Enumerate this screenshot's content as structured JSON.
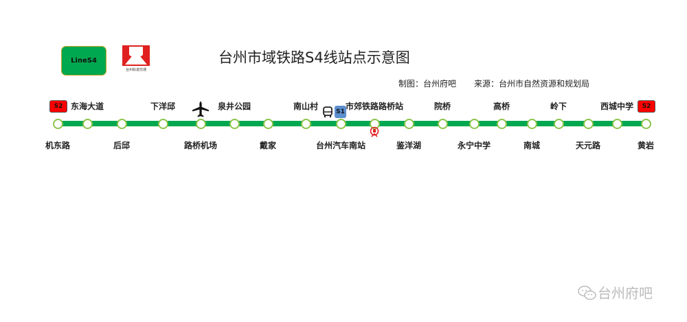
{
  "header": {
    "line_badge": "LineS4",
    "logo_text": "台州轨道交通",
    "title": "台州市域铁路S4线站点示意图",
    "credit_maker": "制图：台州府吧",
    "credit_source": "来源：台州市自然资源和规划局"
  },
  "line": {
    "color": "#00a84f",
    "transfer_left": "S2",
    "transfer_right": "S2",
    "s1_badge": "S1",
    "stations": [
      {
        "name": "机东路",
        "side": "below"
      },
      {
        "name": "东海大道",
        "side": "above"
      },
      {
        "name": "后邱",
        "side": "below"
      },
      {
        "name": "下洋邱",
        "side": "above"
      },
      {
        "name": "路桥机场",
        "side": "below",
        "icon": "airplane-icon"
      },
      {
        "name": "泉井公园",
        "side": "above"
      },
      {
        "name": "戴家",
        "side": "below"
      },
      {
        "name": "南山村",
        "side": "above"
      },
      {
        "name": "台州汽车南站",
        "side": "below",
        "icon": "bus-icon"
      },
      {
        "name": "市郊铁路路桥站",
        "side": "above",
        "icon": "railway-station-icon"
      },
      {
        "name": "鉴洋湖",
        "side": "below"
      },
      {
        "name": "院桥",
        "side": "above"
      },
      {
        "name": "永宁中学",
        "side": "below"
      },
      {
        "name": "高桥",
        "side": "above"
      },
      {
        "name": "南城",
        "side": "below"
      },
      {
        "name": "岭下",
        "side": "above"
      },
      {
        "name": "天元路",
        "side": "below"
      },
      {
        "name": "西城中学",
        "side": "above"
      },
      {
        "name": "黄岩",
        "side": "below"
      }
    ]
  },
  "watermark": "台州府吧"
}
